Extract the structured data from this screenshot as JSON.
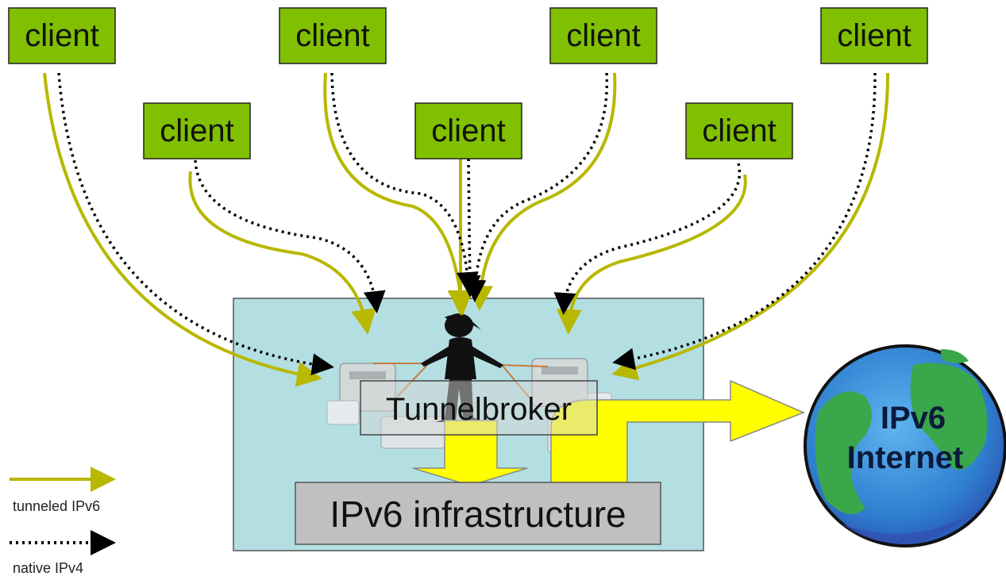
{
  "clients": [
    {
      "id": "c1",
      "label": "client"
    },
    {
      "id": "c2",
      "label": "client"
    },
    {
      "id": "c3",
      "label": "client"
    },
    {
      "id": "c4",
      "label": "client"
    },
    {
      "id": "c5",
      "label": "client"
    },
    {
      "id": "c6",
      "label": "client"
    },
    {
      "id": "c7",
      "label": "client"
    }
  ],
  "tunnelbroker": {
    "label": "Tunnelbroker"
  },
  "infrastructure": {
    "label": "IPv6 infrastructure"
  },
  "internet": {
    "line1": "IPv6",
    "line2": "Internet"
  },
  "legend": {
    "tunneled": "tunneled IPv6",
    "native": "native IPv4"
  },
  "colors": {
    "client_fill": "#80c000",
    "tunnel_line": "#b8b800",
    "native_line": "#000000",
    "site_fill": "#b3dfe3",
    "infra_fill": "#c0c0c0",
    "big_arrow": "#ffff00",
    "globe_ocean": "#3b8fd6",
    "globe_land": "#3aa84a"
  }
}
